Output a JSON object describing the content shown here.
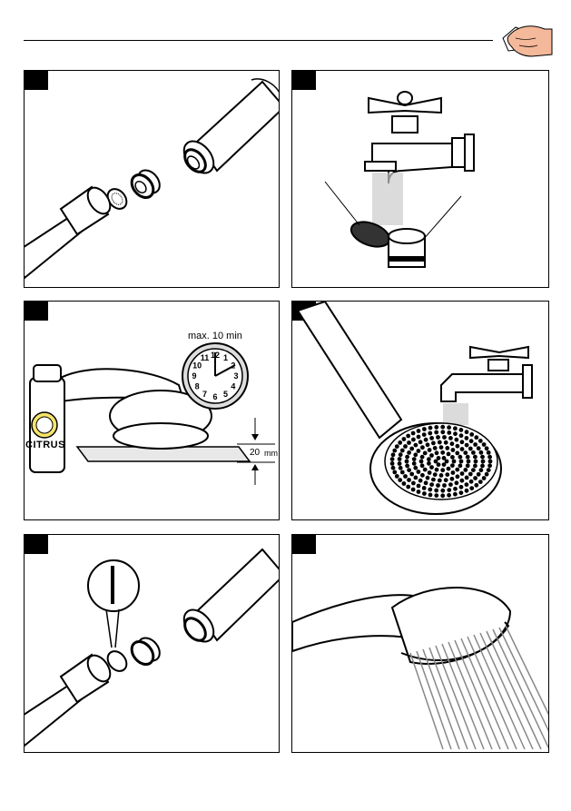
{
  "panels": {
    "p3": {
      "clock_label": "max. 10 min",
      "bottle_label": "CITRUS",
      "depth_value": "20",
      "depth_unit": "mm"
    }
  },
  "clock": {
    "numerals": [
      "12",
      "1",
      "2",
      "3",
      "4",
      "5",
      "6",
      "7",
      "8",
      "9",
      "10",
      "11"
    ]
  },
  "icons": {
    "hand": "hand-wiping-icon"
  },
  "colors": {
    "ink": "#000000",
    "paper": "#ffffff",
    "accent": "#f4b89a",
    "lemon": "#f5e46a"
  }
}
